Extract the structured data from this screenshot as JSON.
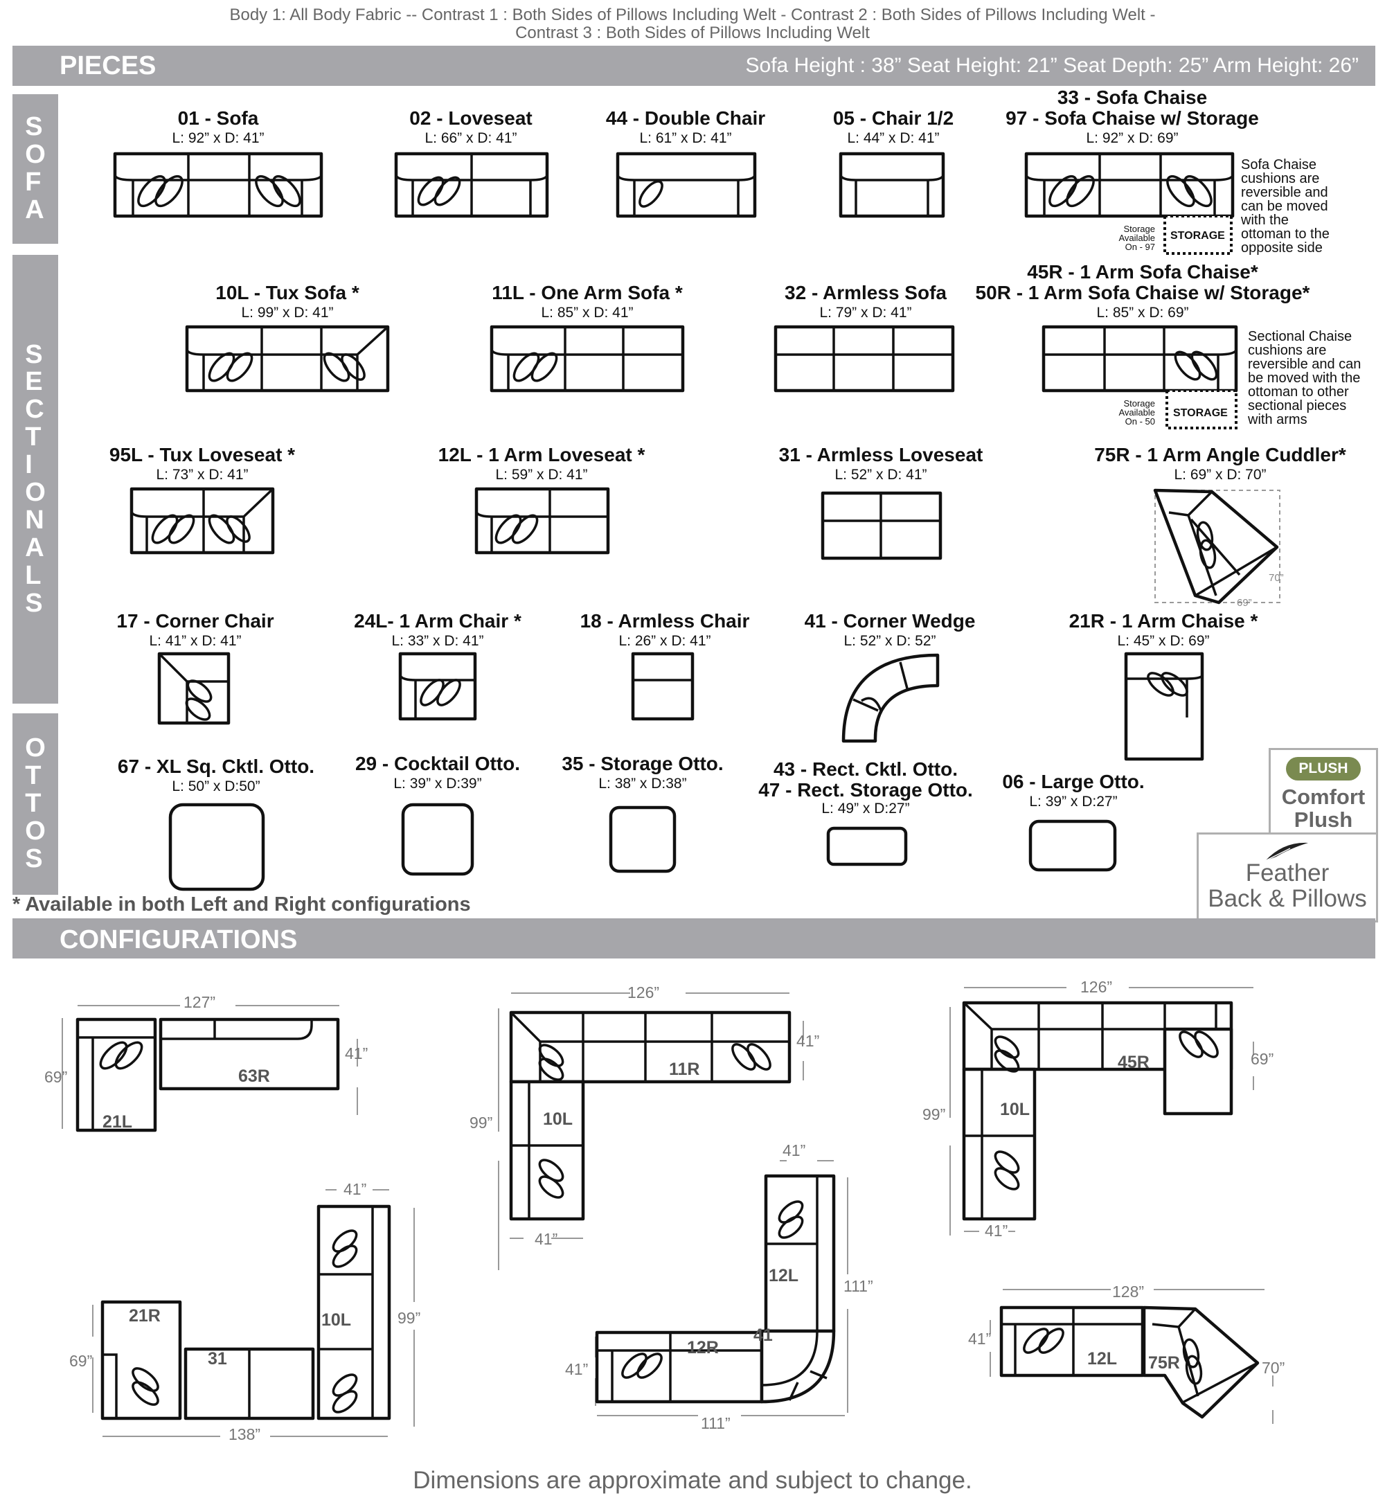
{
  "header": {
    "line1": "Body 1: All Body Fabric -- Contrast 1 : Both Sides of Pillows Including Welt - Contrast 2 : Both Sides of Pillows Including Welt -",
    "line2": "Contrast 3 : Both Sides of Pillows Including Welt"
  },
  "pieces_band": {
    "title": "PIECES",
    "specs": "Sofa Height : 38”   Seat Height: 21”   Seat Depth: 25”   Arm Height: 26”"
  },
  "tabs": {
    "sofa": "SOFA",
    "sectionals": "SECTIONALS",
    "ottos": "OTTOS"
  },
  "pieces": {
    "p01": {
      "title": "01 - Sofa",
      "dims": "L: 92” x D: 41”"
    },
    "p02": {
      "title": "02 - Loveseat",
      "dims": "L: 66” x D: 41”"
    },
    "p44": {
      "title": "44 - Double Chair",
      "dims": "L: 61” x D: 41”"
    },
    "p05": {
      "title": "05 - Chair 1/2",
      "dims": "L: 44” x D: 41”"
    },
    "p33": {
      "title1": "33 - Sofa Chaise",
      "title2": "97 - Sofa Chaise w/ Storage",
      "dims": "L: 92” x D: 69”"
    },
    "p10L": {
      "title": "10L - Tux Sofa *",
      "dims": "L: 99” x D: 41”"
    },
    "p11L": {
      "title": "11L - One Arm Sofa *",
      "dims": "L: 85” x D: 41”"
    },
    "p32": {
      "title": "32 - Armless Sofa",
      "dims": "L: 79” x D: 41”"
    },
    "p45R": {
      "title1": "45R - 1 Arm Sofa Chaise*",
      "title2": "50R - 1 Arm Sofa Chaise w/ Storage*",
      "dims": "L: 85” x D: 69”"
    },
    "p95L": {
      "title": "95L - Tux Loveseat *",
      "dims": "L: 73” x D: 41”"
    },
    "p12L": {
      "title": "12L - 1 Arm Loveseat *",
      "dims": "L: 59” x D: 41”"
    },
    "p31": {
      "title": "31 - Armless Loveseat",
      "dims": "L: 52” x D: 41”"
    },
    "p75R": {
      "title": "75R - 1 Arm Angle Cuddler*",
      "dims": "L: 69” x D: 70”",
      "d70": "70”",
      "d69": "69”"
    },
    "p17": {
      "title": "17 - Corner Chair",
      "dims": "L: 41” x D: 41”"
    },
    "p24L": {
      "title": "24L- 1 Arm Chair *",
      "dims": "L: 33” x D: 41”"
    },
    "p18": {
      "title": "18 - Armless Chair",
      "dims": "L: 26” x D: 41”"
    },
    "p41": {
      "title": "41 - Corner Wedge",
      "dims": "L: 52” x D: 52”"
    },
    "p21R": {
      "title": "21R - 1 Arm Chaise *",
      "dims": "L: 45” x D: 69”"
    },
    "p67": {
      "title": "67 - XL Sq. Cktl. Otto.",
      "dims": "L: 50” x D:50”"
    },
    "p29": {
      "title": "29 - Cocktail Otto.",
      "dims": "L: 39” x D:39”"
    },
    "p35": {
      "title": "35 - Storage Otto.",
      "dims": "L: 38” x D:38”"
    },
    "p43": {
      "title1": "43 - Rect. Cktl. Otto.",
      "title2": "47 - Rect. Storage Otto.",
      "dims": "L: 49” x D:27”"
    },
    "p06": {
      "title": "06 - Large Otto.",
      "dims": "L: 39” x D:27”"
    }
  },
  "notes": {
    "sofa_chaise": [
      "Sofa Chaise",
      "cushions are",
      "reversible and",
      "can be moved",
      "with the",
      "ottoman to the",
      "opposite side"
    ],
    "sectional_chaise": [
      "Sectional Chaise",
      "cushions are",
      "reversible and can",
      "be moved with the",
      "ottoman to other",
      "sectional pieces",
      "with arms"
    ],
    "storage97": [
      "Storage",
      "Available",
      "On - 97"
    ],
    "storage50": [
      "Storage",
      "Available",
      "On - 50"
    ],
    "storage_label": "STORAGE",
    "available_both": "* Available in both Left and Right configurations"
  },
  "badges": {
    "plush": "PLUSH",
    "comfort1": "Comfort",
    "comfort2": "Plush",
    "feather1": "Feather",
    "feather2": "Back & Pillows"
  },
  "config_band": {
    "title": "CONFIGURATIONS"
  },
  "configs": {
    "c1": {
      "w": "127”",
      "d1": "69”",
      "d2": "41”",
      "a": "21L",
      "b": "63R"
    },
    "c2": {
      "w": "126”",
      "d1": "41”",
      "h": "99”",
      "d2": "41”",
      "a": "11R",
      "b": "10L"
    },
    "c3": {
      "w": "126”",
      "d1": "69”",
      "h": "99”",
      "d2": "41”",
      "a": "45R",
      "b": "10L"
    },
    "c4": {
      "top": "41”",
      "h": "99”",
      "left": "69”",
      "w": "138”",
      "a": "21R",
      "b": "31",
      "c": "10L"
    },
    "c5": {
      "top": "41”",
      "h": "111”",
      "left": "41”",
      "w": "111”",
      "a": "12L",
      "b": "12R",
      "c": "41"
    },
    "c6": {
      "w": "128”",
      "left": "41”",
      "right": "70”",
      "a": "12L",
      "b": "75R"
    }
  },
  "footer": "Dimensions are approximate and subject to change."
}
